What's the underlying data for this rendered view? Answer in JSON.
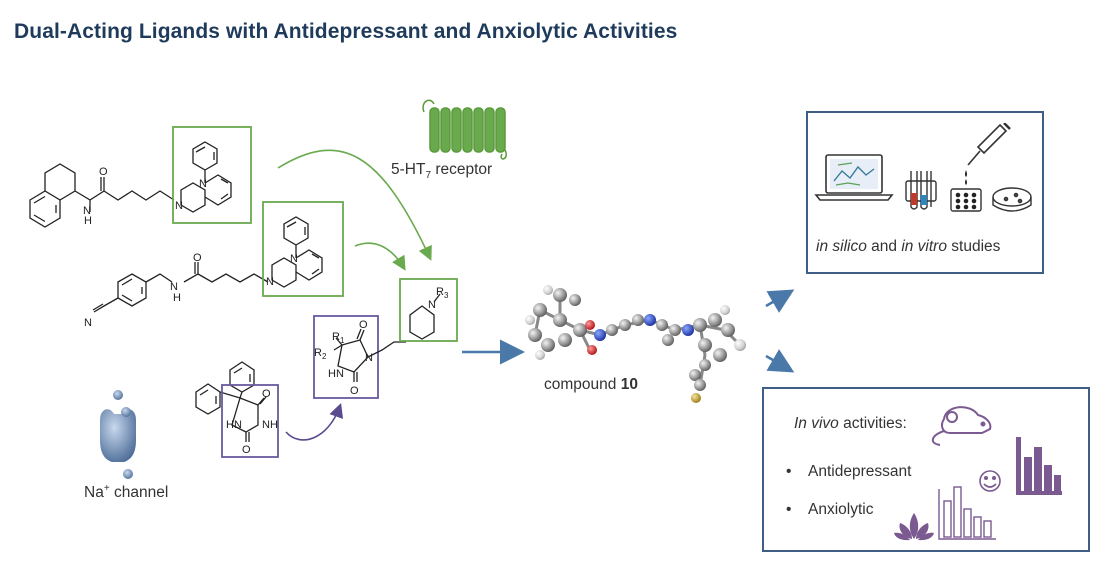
{
  "title": "Dual-Acting Ligands with Antidepressant and Anxiolytic Activities",
  "receptor": {
    "name": "5-HT",
    "sub": "7",
    "suffix": " receptor"
  },
  "channel": {
    "name": "Na",
    "sup": "+",
    "suffix": " channel"
  },
  "compound": {
    "prefix": "compound ",
    "number": "10"
  },
  "atoms": {
    "N": "N",
    "H": "H",
    "O": "O",
    "R1": "R",
    "R1_sub": "1",
    "R2": "R",
    "R2_sub": "2",
    "R3": "R",
    "R3_sub": "3",
    "NH": "NH",
    "HN": "HN"
  },
  "studies": {
    "part1": "in silico",
    "part2": " and ",
    "part3": "in vitro",
    "part4": " studies"
  },
  "invivo": {
    "head_italic": "In vivo",
    "head_rest": " activities:",
    "bullet": "•",
    "items": [
      "Antidepressant",
      "Anxiolytic"
    ]
  },
  "colors": {
    "title": "#1f3b5c",
    "green": "#6aaa4e",
    "purple": "#6a5a9e",
    "box_border": "#3e5e86",
    "arrow": "#4a78a8",
    "chart_purple": "#7b5a92"
  }
}
